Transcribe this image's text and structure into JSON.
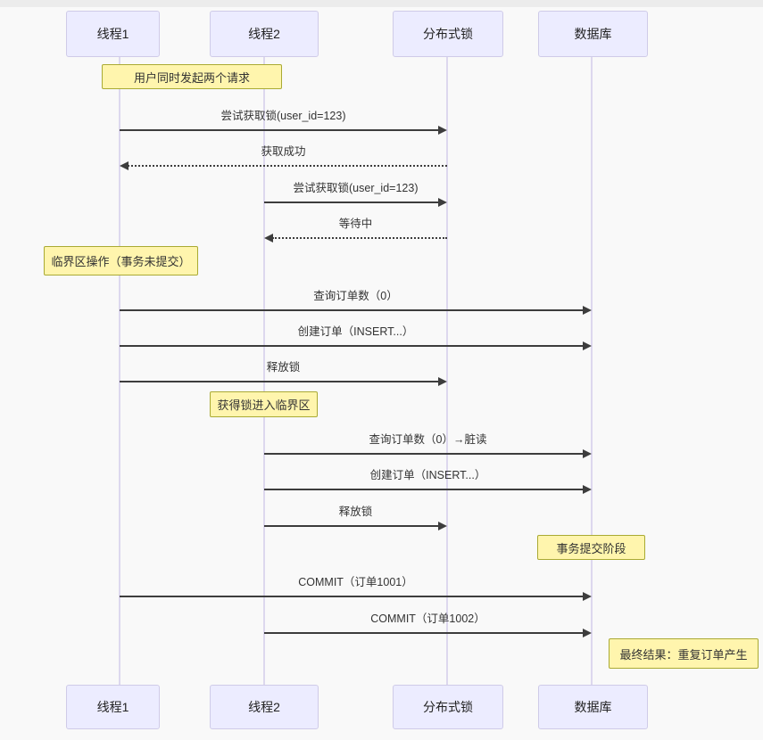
{
  "diagram": {
    "type": "sequence-diagram",
    "colors": {
      "actor_fill": "#ECECFF",
      "actor_border": "#CFCBE8",
      "note_fill": "#FFF5AD",
      "note_border": "#AAAA33",
      "lifeline": "#DDD8EE",
      "arrow": "#3D3D3D",
      "text": "#333333",
      "background": "#F9F9F9"
    },
    "participants": [
      {
        "id": "thread1",
        "label": "线程1"
      },
      {
        "id": "thread2",
        "label": "线程2"
      },
      {
        "id": "lock",
        "label": "分布式锁"
      },
      {
        "id": "db",
        "label": "数据库"
      }
    ],
    "flow": [
      {
        "type": "note",
        "anchor": "over-thread1-thread2",
        "text": "用户同时发起两个请求"
      },
      {
        "type": "message",
        "from": 0,
        "to": 2,
        "style": "solid",
        "text": "尝试获取锁(user_id=123)"
      },
      {
        "type": "message",
        "from": 2,
        "to": 0,
        "style": "dotted",
        "text": "获取成功"
      },
      {
        "type": "message",
        "from": 1,
        "to": 2,
        "style": "solid",
        "text": "尝试获取锁(user_id=123)"
      },
      {
        "type": "message",
        "from": 2,
        "to": 1,
        "style": "dotted",
        "text": "等待中"
      },
      {
        "type": "note",
        "anchor": "over-thread1",
        "text": "临界区操作（事务未提交）"
      },
      {
        "type": "message",
        "from": 0,
        "to": 3,
        "style": "solid",
        "text": "查询订单数（0）"
      },
      {
        "type": "message",
        "from": 0,
        "to": 3,
        "style": "solid",
        "text": "创建订单（INSERT...）"
      },
      {
        "type": "message",
        "from": 0,
        "to": 2,
        "style": "solid",
        "text": "释放锁"
      },
      {
        "type": "note",
        "anchor": "over-thread2",
        "text": "获得锁进入临界区"
      },
      {
        "type": "message",
        "from": 1,
        "to": 3,
        "style": "solid",
        "text": "查询订单数（0）→脏读"
      },
      {
        "type": "message",
        "from": 1,
        "to": 3,
        "style": "solid",
        "text": "创建订单（INSERT...）"
      },
      {
        "type": "message",
        "from": 1,
        "to": 2,
        "style": "solid",
        "text": "释放锁"
      },
      {
        "type": "note",
        "anchor": "over-db",
        "text": "事务提交阶段"
      },
      {
        "type": "message",
        "from": 0,
        "to": 3,
        "style": "solid",
        "text": "COMMIT（订单1001）"
      },
      {
        "type": "message",
        "from": 1,
        "to": 3,
        "style": "solid",
        "text": "COMMIT（订单1002）"
      },
      {
        "type": "note",
        "anchor": "right-of-db",
        "text": "最终结果：重复订单产生"
      }
    ]
  }
}
